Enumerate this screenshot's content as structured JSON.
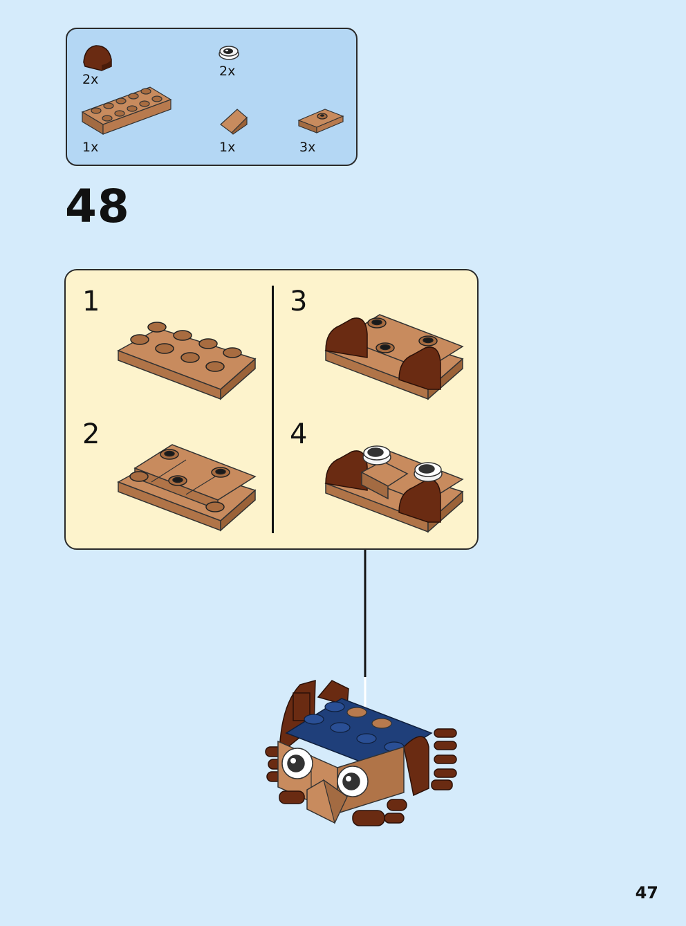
{
  "parts_callout": {
    "items": [
      {
        "icon": "brown-curved-slope-icon",
        "qty": "2x"
      },
      {
        "icon": "eye-tile-icon",
        "qty": "2x"
      },
      {
        "icon": "plate-2x6-icon",
        "qty": "1x"
      },
      {
        "icon": "wedge-slope-icon",
        "qty": "1x"
      },
      {
        "icon": "plate-1x2-jumper-icon",
        "qty": "3x"
      }
    ]
  },
  "step": {
    "number": "48"
  },
  "substeps": [
    {
      "number": "1"
    },
    {
      "number": "2"
    },
    {
      "number": "3"
    },
    {
      "number": "4"
    }
  ],
  "page": {
    "number": "47"
  },
  "colors": {
    "background": "#d5ebfb",
    "parts_panel": "#b4d7f4",
    "substep_panel": "#fdf3cc",
    "medium_brown": "#b5774c",
    "dark_brown": "#6a2b12",
    "blue": "#1f3f7a"
  }
}
